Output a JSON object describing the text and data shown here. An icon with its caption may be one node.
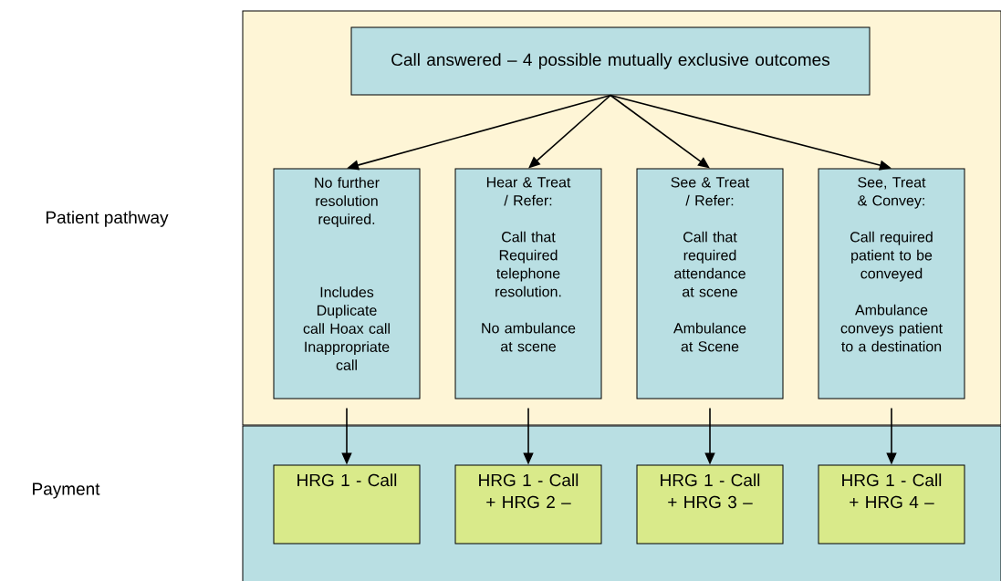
{
  "diagram": {
    "nodes": [
      {
        "text": [],
        "shape": "box"
      },
      {
        "text": [
          "Call answered – 4 possible mutually exclusive outcomes"
        ],
        "in": 0
      },
      {
        "text": [
          "No further resolution required.",
          "Includes Duplicate call Hoax call Inappropriate call"
        ],
        "in": 0
      },
      {
        "text": [
          "Hear & Treat / Refer:",
          "Call that Required telephone resolution.",
          "No ambulance at scene"
        ],
        "in": 0
      },
      {
        "text": [
          "See & Treat / Refer:",
          "Call that required attendance at scene",
          "Ambulance at Scene"
        ],
        "in": 0
      },
      {
        "text": [
          "See, Treat & Convey:",
          "Call required patient to be conveyed",
          "Ambulance conveys patient to a destination"
        ],
        "in": 0
      },
      {
        "text": [],
        "shape": "box"
      },
      {
        "text": [
          "HRG 1 - Call"
        ],
        "in": 6
      },
      {
        "text": [
          "HRG 1 - Call + HRG 2 –"
        ],
        "in": 6
      },
      {
        "text": [
          "HRG 1 - Call + HRG 3 –"
        ],
        "in": 6
      },
      {
        "text": [
          "HRG 1 - Call + HRG 4 –"
        ],
        "in": 6
      }
    ],
    "edges": [
      {
        "from": 1,
        "to": 2,
        "arrow": "to"
      },
      {
        "from": 1,
        "to": 3,
        "arrow": "to"
      },
      {
        "from": 1,
        "to": 4,
        "arrow": "to"
      },
      {
        "from": 1,
        "to": 5,
        "arrow": "to"
      },
      {
        "from": 2,
        "to": 7,
        "arrow": "to"
      },
      {
        "from": 3,
        "to": 8,
        "arrow": "to"
      },
      {
        "from": 4,
        "to": 9,
        "arrow": "to"
      },
      {
        "from": 5,
        "to": 10,
        "arrow": "to"
      }
    ],
    "labels": [
      "Patient pathway",
      "Payment"
    ]
  }
}
